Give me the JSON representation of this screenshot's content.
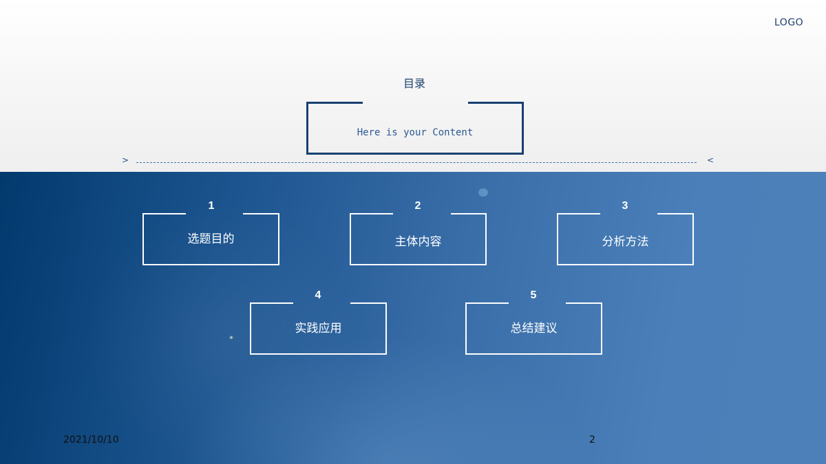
{
  "logo": "LOGO",
  "page_title": "目录",
  "content_placeholder": "Here is your Content",
  "arrows": {
    "left": ">",
    "right": "<"
  },
  "items": [
    {
      "number": "1",
      "label": "选题目的"
    },
    {
      "number": "2",
      "label": "主体内容"
    },
    {
      "number": "3",
      "label": "分析方法"
    },
    {
      "number": "4",
      "label": "实践应用"
    },
    {
      "number": "5",
      "label": "总结建议"
    }
  ],
  "footer": {
    "date": "2021/10/10",
    "page_number": "2"
  },
  "colors": {
    "navy": "#183f70",
    "accent_text": "#2b5a93",
    "item_text": "#ffffff"
  }
}
